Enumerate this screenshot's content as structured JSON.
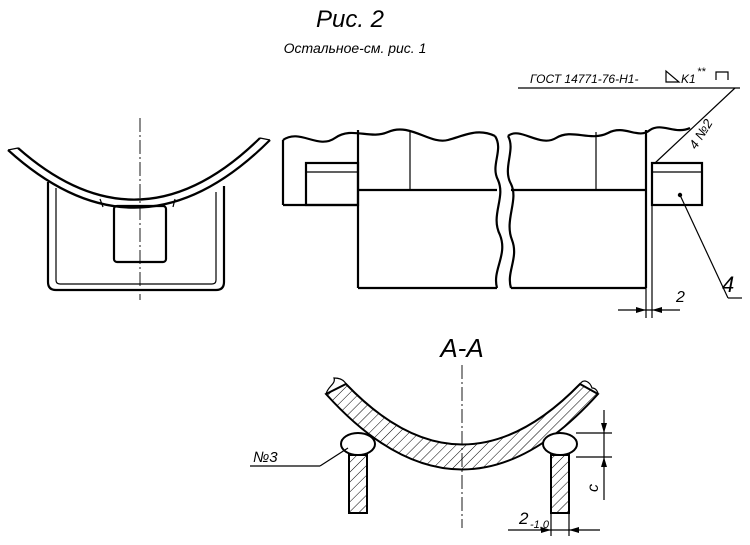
{
  "figure": {
    "title": "Рис. 2",
    "subtitle": "Остальное-см. рис. 1"
  },
  "weld_symbol": {
    "standard": "ГОСТ 14771-76-Н1-",
    "leg": "K1",
    "marks": "**"
  },
  "callouts": {
    "weld_count": "4 №2",
    "part_number": "4",
    "offset_dim": "2",
    "section_label": "А-А",
    "weld_no3": "№3",
    "gap_dim": "2",
    "gap_tol": "-1,0",
    "height_dim": "с"
  }
}
